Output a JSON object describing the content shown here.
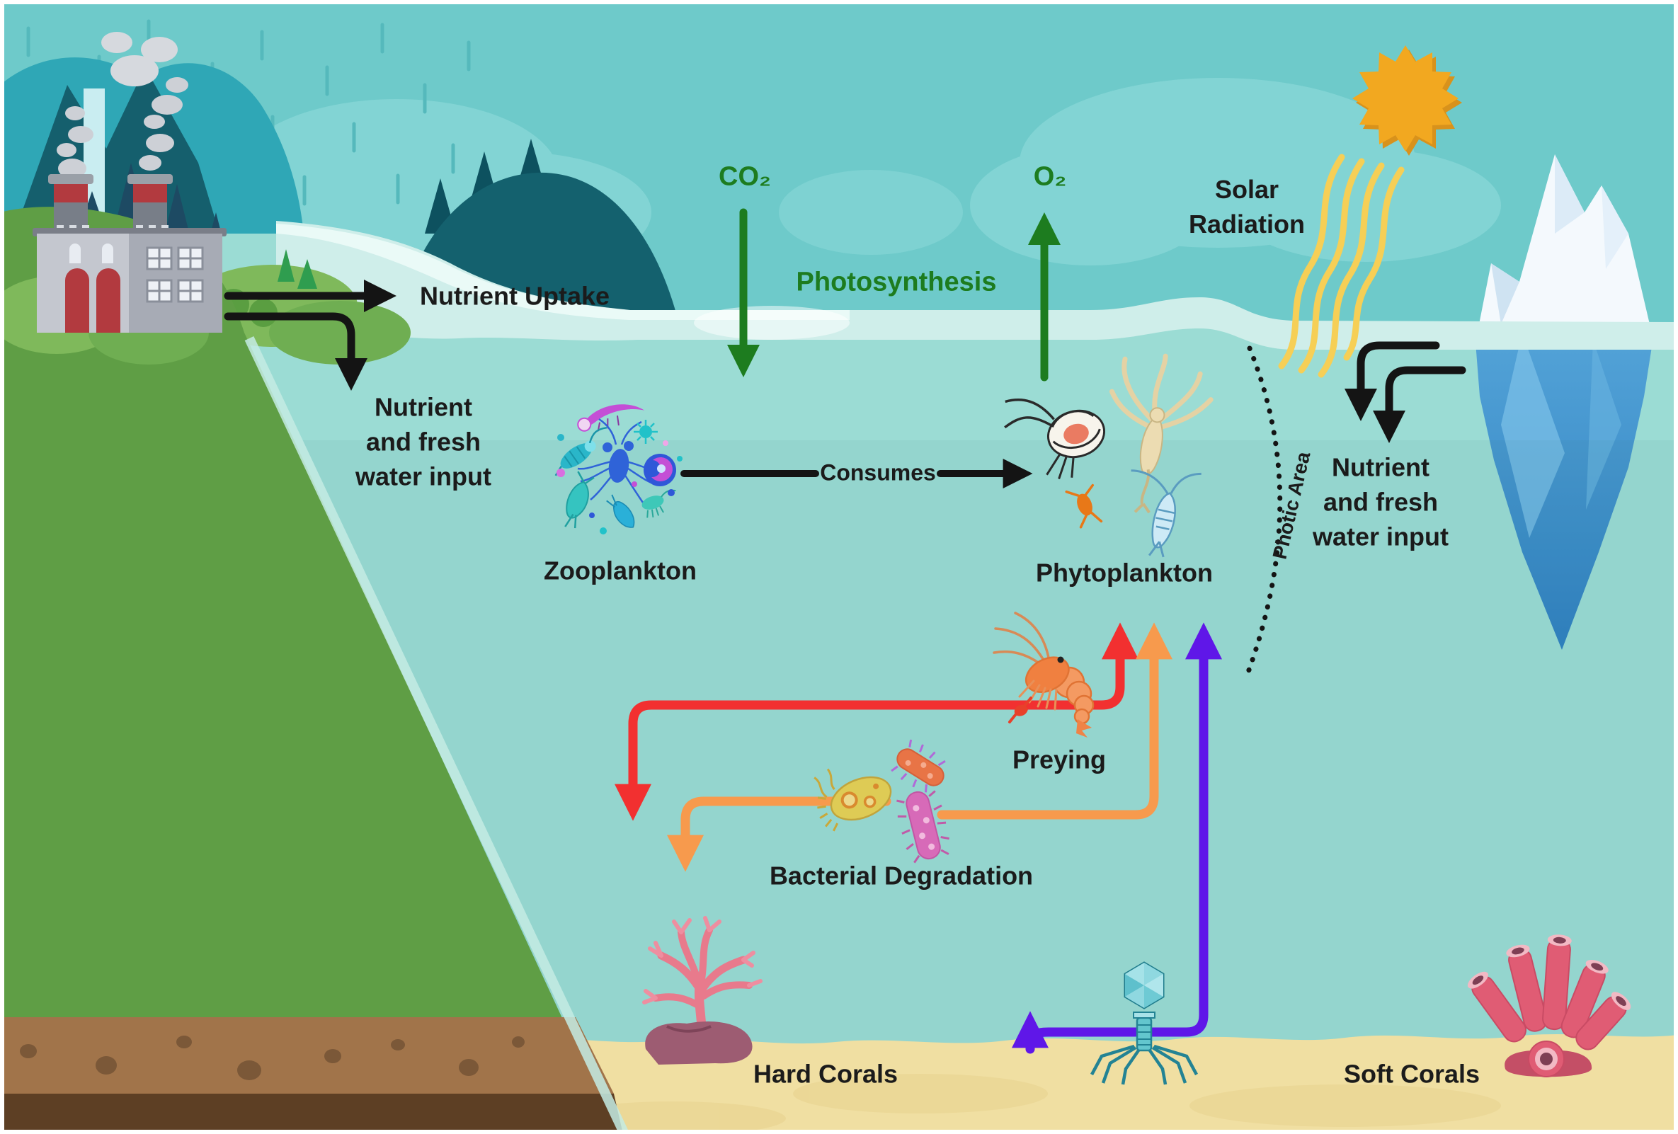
{
  "labels": {
    "co2": "CO₂",
    "o2": "O₂",
    "photosynthesis": "Photosynthesis",
    "solar_radiation": [
      "Solar",
      "Radiation"
    ],
    "nutrient_uptake": "Nutrient Uptake",
    "nutrient_input": [
      "Nutrient",
      "and fresh",
      "water input"
    ],
    "zooplankton": "Zooplankton",
    "consumes": "Consumes",
    "phytoplankton": "Phytoplankton",
    "photic_area": "Photic Area",
    "preying": "Preying",
    "bacterial_degradation": "Bacterial Degradation",
    "hard_corals": "Hard Corals",
    "soft_corals": "Soft Corals"
  },
  "colors": {
    "text": "#1b1b1b",
    "process_green": "#1d7c1f",
    "arrow_black": "#141414",
    "arrow_red": "#f23030",
    "arrow_orange": "#f79a4d",
    "arrow_purple": "#5f17e8",
    "sky": "#6ecaca",
    "ocean": "#9bdcd4",
    "surface_foam": "#cfeeea",
    "sun": "#f2a820",
    "sun_rays": "#f6cf56",
    "sand": "#f0dfa2",
    "land_green": "#5f9e45",
    "soil_brown": "#a1744a",
    "iceberg_white": "#f4f9fd",
    "iceberg_blue": "#3e94cc"
  },
  "flows": [
    {
      "name": "factory-to-nutrient-uptake",
      "color": "#141414"
    },
    {
      "name": "factory-runoff-nutrient-input",
      "color": "#141414"
    },
    {
      "name": "co2-into-water",
      "color": "#1d7c1f"
    },
    {
      "name": "o2-out-of-water",
      "color": "#1d7c1f"
    },
    {
      "name": "zooplankton-consumes-phytoplankton",
      "color": "#141414"
    },
    {
      "name": "iceberg-melt-nutrient-input",
      "color": "#141414"
    },
    {
      "name": "preying-recycle",
      "color": "#f23030"
    },
    {
      "name": "bacterial-degradation-recycle",
      "color": "#f79a4d"
    },
    {
      "name": "viral-seabed-recycle",
      "color": "#5f17e8"
    }
  ],
  "illustrations": [
    "factory",
    "rain",
    "mountains",
    "waterfall",
    "clouds",
    "sun",
    "solar-rays",
    "iceberg",
    "zooplankton-cluster",
    "phytoplankton-cluster",
    "shrimp",
    "bacteria-cluster",
    "bacteriophage-virus",
    "hard-coral",
    "soft-coral",
    "photic-boundary",
    "seabed-sand",
    "soil-layers"
  ]
}
